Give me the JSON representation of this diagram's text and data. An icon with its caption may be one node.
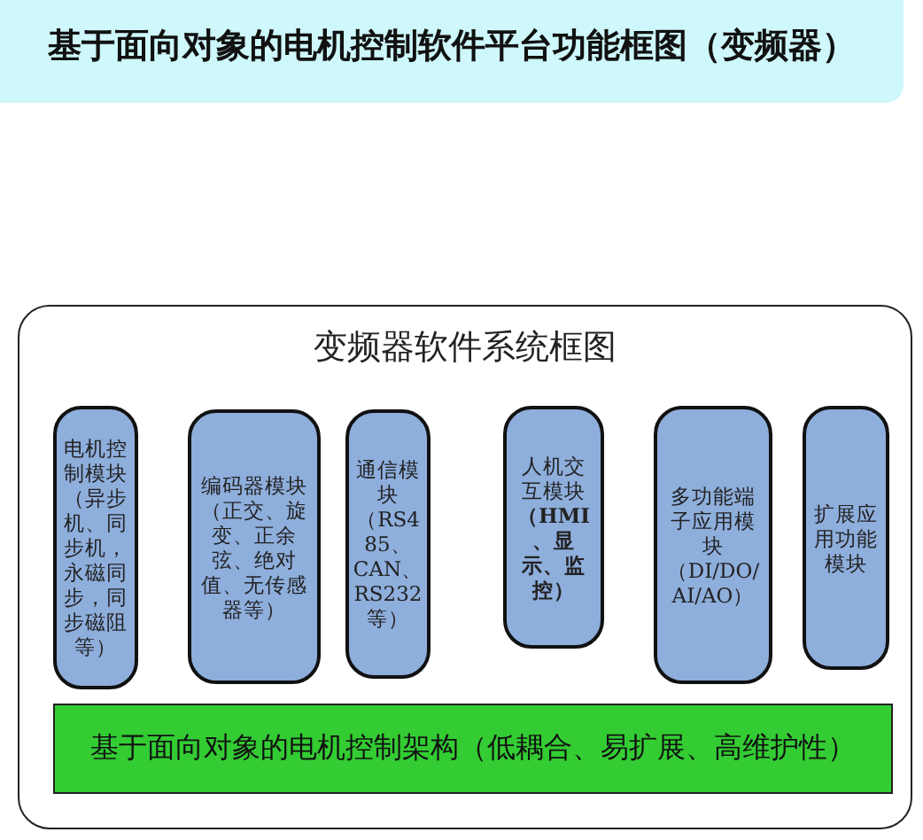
{
  "diagram": {
    "title": "基于面向对象的电机控制软件平台功能框图（变频器）",
    "nodes": [
      {
        "text": [
          "变频器软件系统框图"
        ]
      },
      {
        "text": [
          "电机控制模块（异步机、同步机，永磁同步，同步磁阻等）"
        ],
        "in": 0
      },
      {
        "text": [
          "编码器模块（正交、旋变、正余弦、绝对值、无传感器等）"
        ],
        "in": 0
      },
      {
        "text": [
          "通信模块（RS485、CAN、RS232等）"
        ],
        "in": 0
      },
      {
        "text": [
          "人机交互模块**（HMI、显示、监控）**"
        ],
        "in": 0
      },
      {
        "text": [
          "多功能端子应用模块（DI/DO/AI/AO）"
        ],
        "in": 0
      },
      {
        "text": [
          "扩展应用功能模块"
        ],
        "in": 0
      },
      {
        "text": [
          "基于面向对象的电机控制架构（低耦合、易扩展、高维护性）"
        ],
        "in": 0
      }
    ]
  }
}
